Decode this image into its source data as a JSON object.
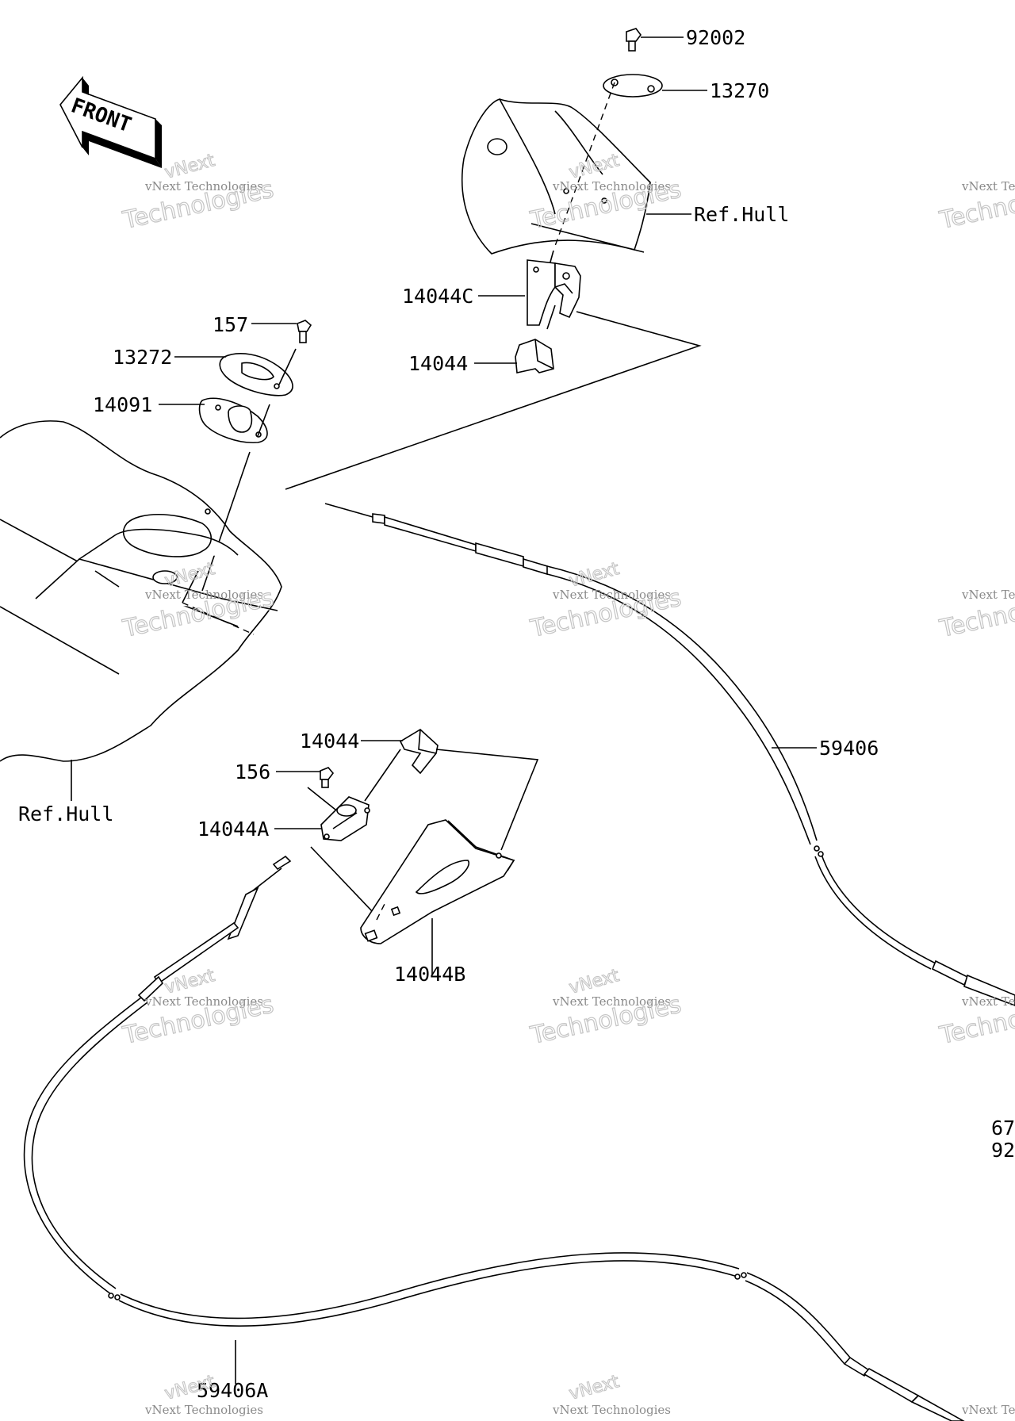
{
  "front_arrow": {
    "text": "FRONT"
  },
  "labels": {
    "p92002": "92002",
    "p13270": "13270",
    "ref_hull_top": "Ref.Hull",
    "p14044C": "14044C",
    "p14044_top": "14044",
    "p157": "157",
    "p13272": "13272",
    "p14091": "14091",
    "p59406": "59406",
    "p14044_mid": "14044",
    "p156": "156",
    "ref_hull_left": "Ref.Hull",
    "p14044A": "14044A",
    "p14044B": "14044B",
    "p59406A": "59406A",
    "cut_67": "67",
    "cut_92": "92"
  },
  "watermark": {
    "line1": "vNext Technologies",
    "line2": "Technologies",
    "line3": "vNext"
  }
}
